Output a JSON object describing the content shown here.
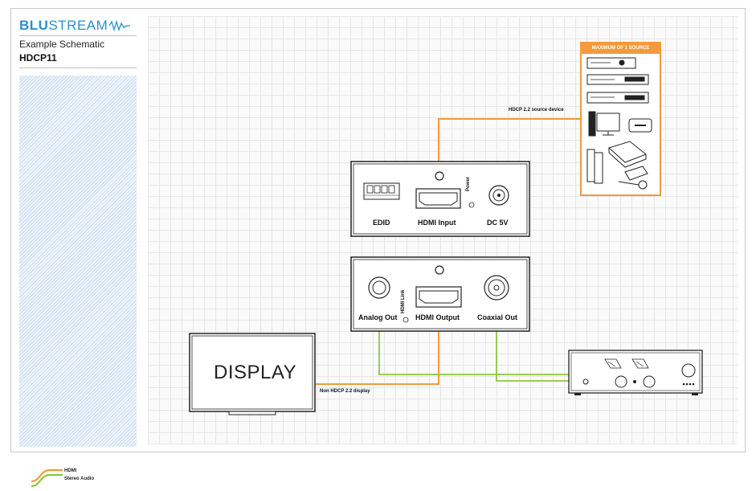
{
  "brand": {
    "name_bold": "BLU",
    "name_rest": "STREAM"
  },
  "schematic": {
    "subtitle": "Example Schematic",
    "model": "HDCP11"
  },
  "legend": {
    "items": [
      {
        "label": "HDMI",
        "color": "#f29a3c"
      },
      {
        "label": "Stereo Audio",
        "color": "#8cc63f"
      }
    ]
  },
  "source_box": {
    "title": "MAXIMUM OF 1 SOURCE"
  },
  "input_unit": {
    "edid": "EDID",
    "hdmi_input": "HDMI Input",
    "dc": "DC 5V",
    "power": "Power"
  },
  "output_unit": {
    "analog_out": "Analog Out",
    "hdmi_output": "HDMI Output",
    "coaxial_out": "Coaxial Out",
    "hdmi_link": "HDMI Link"
  },
  "display": {
    "label": "DISPLAY"
  },
  "connections": {
    "source_label": "HDCP 2.2 source device",
    "display_label": "Non HDCP 2.2 display"
  },
  "colors": {
    "hdmi": "#f29a3c",
    "audio": "#8cc63f",
    "brand": "#2a8fd0"
  }
}
